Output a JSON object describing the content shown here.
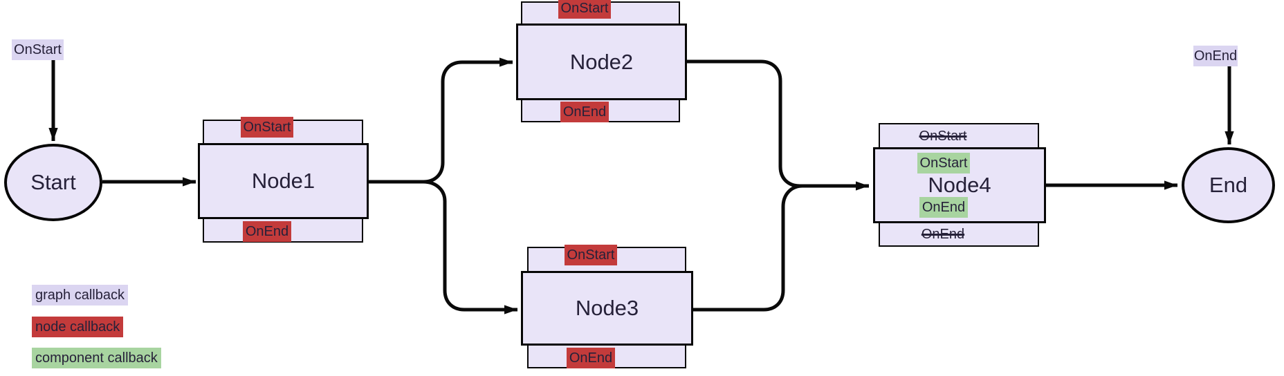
{
  "diagram_type": "flow-graph",
  "graph_labels": {
    "onstart": "OnStart",
    "onend": "OnEnd"
  },
  "terminals": {
    "start": "Start",
    "end": "End"
  },
  "nodes": [
    {
      "title": "Node1",
      "top_cb": "OnStart",
      "top_cb_type": "node",
      "bottom_cb": "OnEnd",
      "bottom_cb_type": "node"
    },
    {
      "title": "Node2",
      "top_cb": "OnStart",
      "top_cb_type": "node",
      "bottom_cb": "OnEnd",
      "bottom_cb_type": "node"
    },
    {
      "title": "Node3",
      "top_cb": "OnStart",
      "top_cb_type": "node",
      "bottom_cb": "OnEnd",
      "bottom_cb_type": "node"
    },
    {
      "title": "Node4",
      "top_cb": "OnStart",
      "top_cb_type": "node",
      "top_cb_overridden": true,
      "bottom_cb": "OnEnd",
      "bottom_cb_type": "node",
      "bottom_cb_overridden": true,
      "body_top_cb": "OnStart",
      "body_top_cb_type": "component",
      "body_bottom_cb": "OnEnd",
      "body_bottom_cb_type": "component"
    }
  ],
  "edges": [
    {
      "from": "OnStart",
      "to": "Start"
    },
    {
      "from": "Start",
      "to": "Node1"
    },
    {
      "from": "Node1",
      "to": "Node2"
    },
    {
      "from": "Node1",
      "to": "Node3"
    },
    {
      "from": "Node2",
      "to": "Node4"
    },
    {
      "from": "Node3",
      "to": "Node4"
    },
    {
      "from": "Node4",
      "to": "End"
    },
    {
      "from": "OnEnd",
      "to": "End"
    }
  ],
  "legend": [
    {
      "label": "graph callback",
      "type": "graph",
      "color": "#DBD5F1"
    },
    {
      "label": "node callback",
      "type": "node",
      "color": "#C33B3B"
    },
    {
      "label": "component callback",
      "type": "component",
      "color": "#A8D4A0"
    }
  ],
  "colors": {
    "node_fill": "#E9E4F8",
    "graph_callback_bg": "#DBD5F1",
    "node_callback_bg": "#C33B3B",
    "component_callback_bg": "#A8D4A0",
    "edge_stroke": "#0a0a0a",
    "text": "#262139"
  }
}
